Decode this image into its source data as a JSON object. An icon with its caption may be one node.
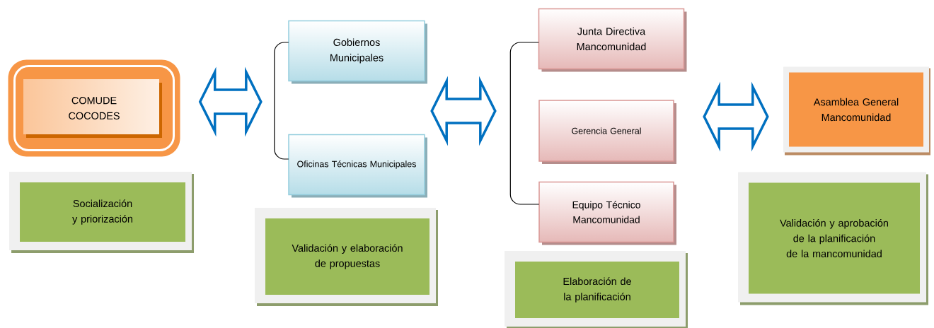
{
  "diagram": {
    "nodes": [
      {
        "text": [
          "COMUDE COCODES"
        ]
      },
      {
        "text": [
          "Gobiernos Municipales"
        ]
      },
      {
        "text": [
          "Oficinas Técnicas Municipales"
        ]
      },
      {
        "text": [
          "Junta Directiva Mancomunidad"
        ]
      },
      {
        "text": [
          "Gerencia General"
        ]
      },
      {
        "text": [
          "Equipo Técnico Mancomunidad"
        ]
      },
      {
        "text": [
          "Asamblea General Mancomunidad"
        ]
      },
      {
        "text": [
          "Socialización y priorización"
        ]
      },
      {
        "text": [
          "Validación y elaboración de propuestas"
        ]
      },
      {
        "text": [
          "Elaboración de la planificación"
        ]
      },
      {
        "text": [
          "Validación y aprobación de la planificación de la mancomunidad"
        ]
      }
    ],
    "edges": [
      {
        "from": 0,
        "to": 1,
        "arrow": "both"
      },
      {
        "from": 0,
        "to": 2,
        "arrow": "both"
      },
      {
        "from": 1,
        "to": 2,
        "arrow": "none"
      },
      {
        "from": 1,
        "to": 4,
        "arrow": "both"
      },
      {
        "from": 2,
        "to": 4,
        "arrow": "both"
      },
      {
        "from": 3,
        "to": 5,
        "arrow": "none"
      },
      {
        "from": 4,
        "to": 6,
        "arrow": "both"
      }
    ]
  }
}
